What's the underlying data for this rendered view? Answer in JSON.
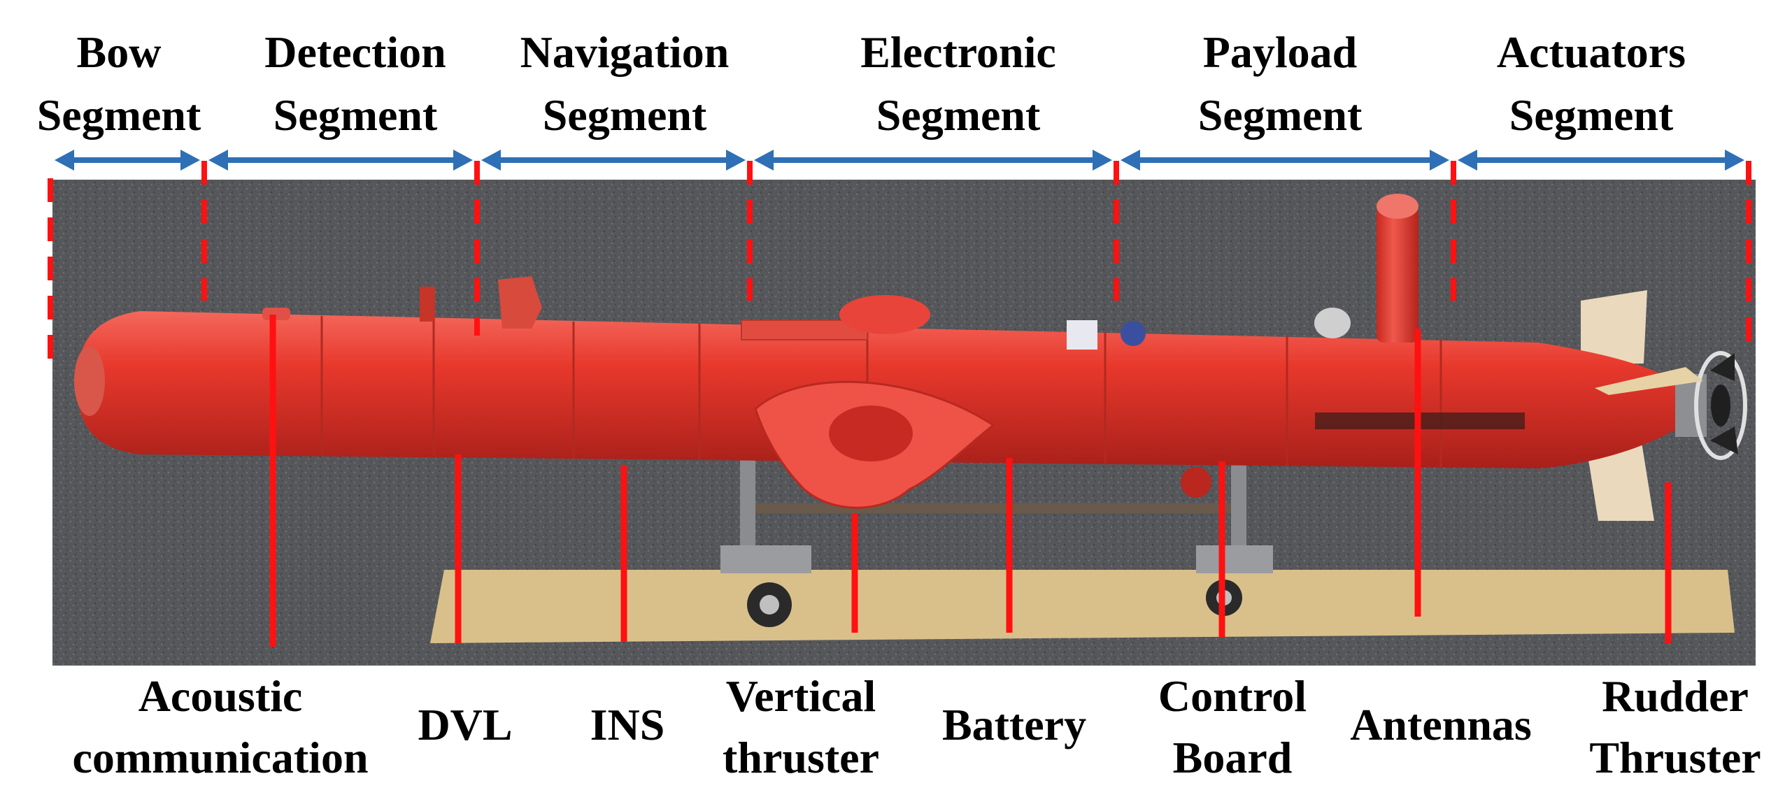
{
  "segments": [
    {
      "line1": "Bow",
      "line2": "Segment"
    },
    {
      "line1": "Detection",
      "line2": "Segment"
    },
    {
      "line1": "Navigation",
      "line2": "Segment"
    },
    {
      "line1": "Electronic",
      "line2": "Segment"
    },
    {
      "line1": "Payload",
      "line2": "Segment"
    },
    {
      "line1": "Actuators",
      "line2": "Segment"
    }
  ],
  "components": [
    {
      "line1": "Acoustic",
      "line2": "communication"
    },
    {
      "line1": "DVL"
    },
    {
      "line1": "INS"
    },
    {
      "line1": "Vertical",
      "line2": "thruster"
    },
    {
      "line1": "Battery"
    },
    {
      "line1": "Control",
      "line2": "Board"
    },
    {
      "line1": "Antennas"
    },
    {
      "line1": "Rudder",
      "line2": "Thruster"
    }
  ],
  "colors": {
    "hull": "#e8382c",
    "arrow": "#2f6fb6",
    "divider": "#ff1111",
    "ground": "#55565a",
    "mat": "#d9c08a"
  }
}
